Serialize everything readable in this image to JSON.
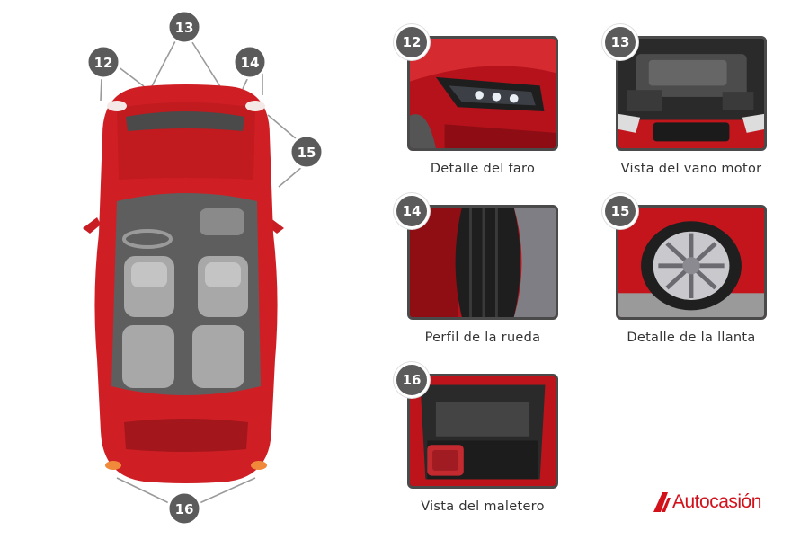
{
  "diagram": {
    "markers": [
      {
        "id": "12",
        "label": "12"
      },
      {
        "id": "13",
        "label": "13"
      },
      {
        "id": "14",
        "label": "14"
      },
      {
        "id": "15",
        "label": "15"
      },
      {
        "id": "16",
        "label": "16"
      }
    ]
  },
  "cards": [
    {
      "number": "12",
      "caption": "Detalle del faro"
    },
    {
      "number": "13",
      "caption": "Vista del vano motor"
    },
    {
      "number": "14",
      "caption": "Perfil de la rueda"
    },
    {
      "number": "15",
      "caption": "Detalle de la llanta"
    },
    {
      "number": "16",
      "caption": "Vista del maletero"
    }
  ],
  "brand": {
    "name": "Autocasión",
    "color": "#d2111b"
  },
  "colors": {
    "car_body": "#cf1f25",
    "badge": "#5b5b5b",
    "interior": "#6a6a6a"
  }
}
